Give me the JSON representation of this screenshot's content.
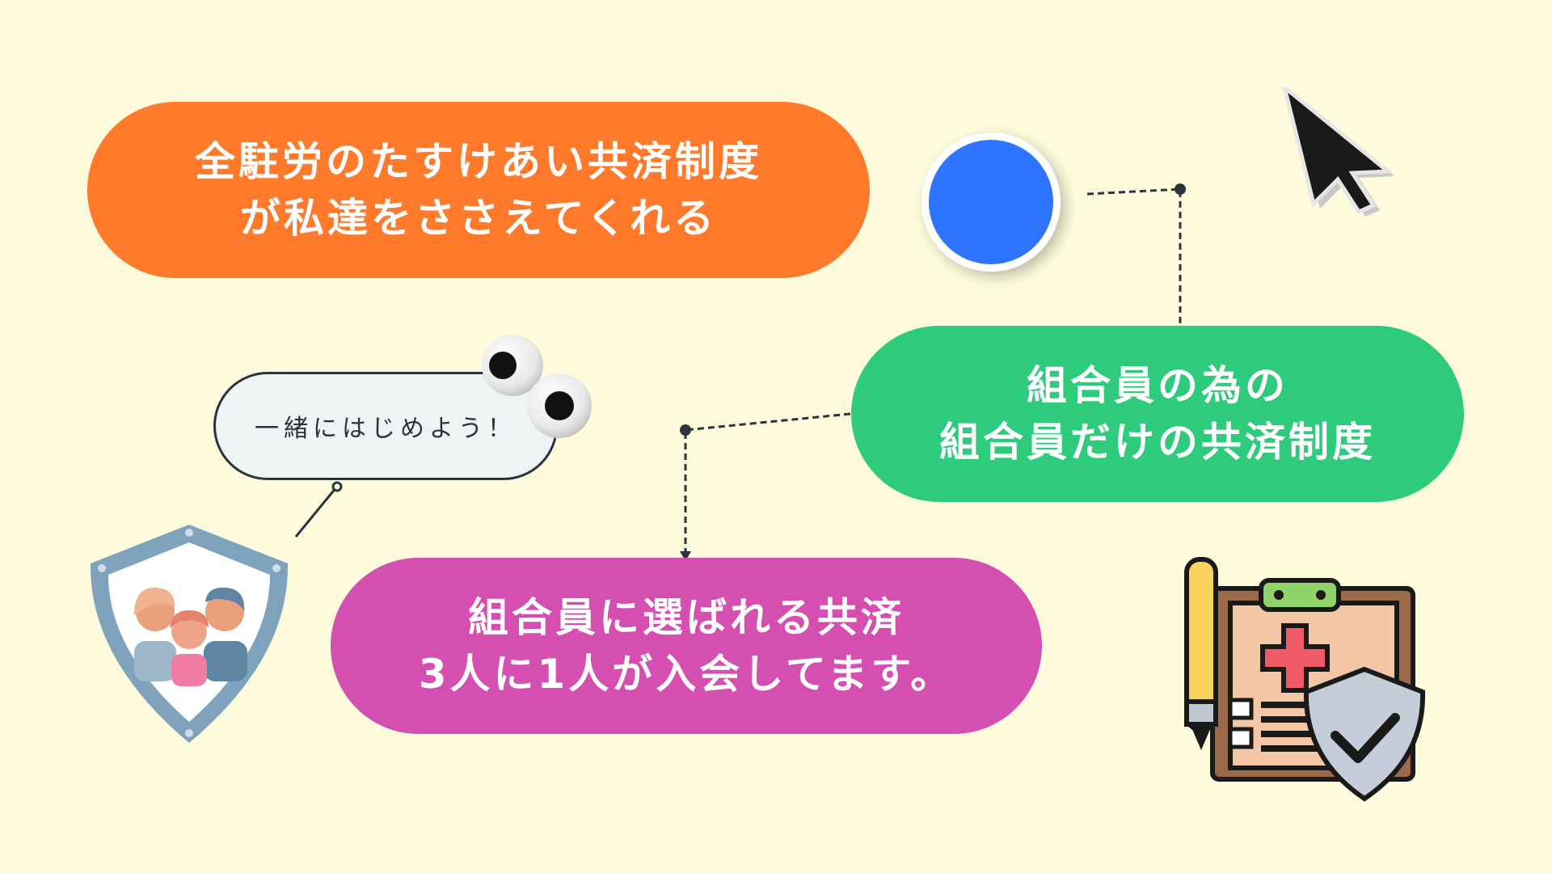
{
  "banners": {
    "orange": {
      "line1": "全駐労のたすけあい共済制度",
      "line2": "が私達をささえてくれる",
      "color": "#ff7a2a"
    },
    "green": {
      "line1": "組合員の為の",
      "line2": "組合員だけの共済制度",
      "color": "#2ecb7d"
    },
    "magenta": {
      "line1": "組合員に選ばれる共済",
      "line2": "3人に1人が入会してます。",
      "color": "#d54fb0"
    }
  },
  "speech_bubble": {
    "text": "一緒にはじめよう！"
  },
  "icons": {
    "dot": "blue-circle-icon",
    "cursor": "cursor-arrow-icon",
    "eyes": "googly-eyes-icon",
    "family_shield": "family-shield-icon",
    "insurance": "medical-insurance-document-icon"
  },
  "colors": {
    "background": "#fdfbdc",
    "blue_dot": "#2f74ff",
    "line": "#2a3440"
  }
}
